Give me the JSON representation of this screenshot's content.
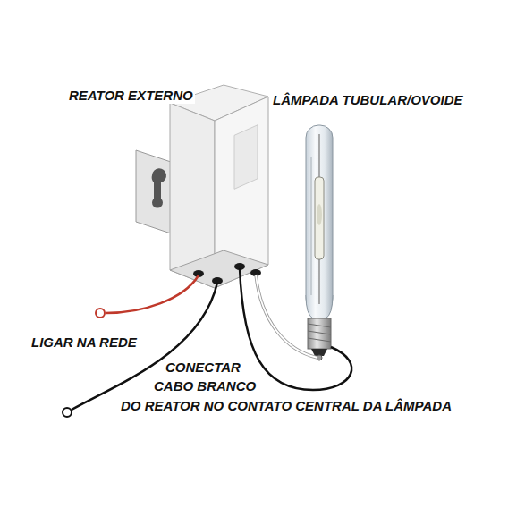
{
  "diagram": {
    "labels": [
      "REATOR EXTERNO",
      "LÂMPADA TUBULAR/OVOIDE",
      "LIGAR NA REDE",
      "CONECTAR",
      "CABO BRANCO",
      "DO REATOR NO CONTATO CENTRAL DA LÂMPADA"
    ]
  }
}
